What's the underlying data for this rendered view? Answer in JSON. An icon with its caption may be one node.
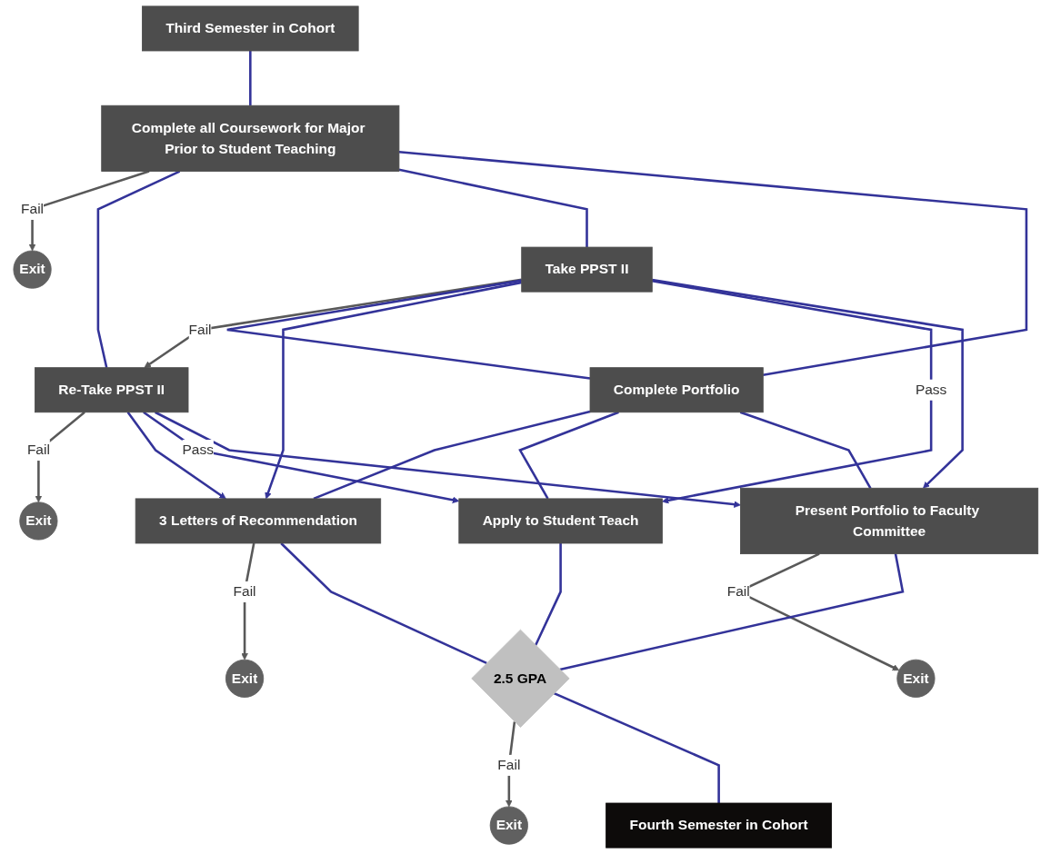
{
  "diagram": {
    "nodes": [
      {
        "text": [
          "Third Semester in Cohort"
        ]
      },
      {
        "text": [
          "Complete all Coursework for Major Prior to Student Teaching"
        ]
      },
      {
        "text": [
          "Exit"
        ]
      },
      {
        "text": [
          "Exit"
        ]
      },
      {
        "text": [
          "Re-Take PPST II"
        ]
      },
      {
        "text": [
          "Take PPST II"
        ]
      },
      {
        "text": [
          "Complete Portfolio"
        ]
      },
      {
        "text": [
          "Exit"
        ]
      },
      {
        "text": [
          "3 Letters of Recommendation"
        ]
      },
      {
        "text": [
          "Apply to Student Teach"
        ]
      },
      {
        "text": [
          "Present Portfolio to Faculty Committee"
        ]
      },
      {
        "text": [
          "Exit"
        ]
      },
      {
        "text": [
          "2.5 GPA"
        ]
      },
      {
        "text": [
          "Exit"
        ]
      },
      {
        "text": [
          "Fourth Semester in Cohort"
        ]
      }
    ],
    "edges": [
      {
        "from": 0,
        "to": 1,
        "arrow": "none"
      },
      {
        "from": 1,
        "to": 2,
        "label": "Fail",
        "arrow": "to",
        "color": "#595959"
      },
      {
        "from": 1,
        "to": 4,
        "arrow": "none"
      },
      {
        "from": 1,
        "to": 5,
        "arrow": "none"
      },
      {
        "from": 1,
        "to": 6,
        "arrow": "none"
      },
      {
        "from": 4,
        "to": 3,
        "label": "Fail",
        "arrow": "to",
        "color": "#595959"
      },
      {
        "from": 5,
        "to": 4,
        "label": "Fail",
        "arrow": "to",
        "color": "#595959"
      },
      {
        "from": 5,
        "to": 6,
        "arrow": "none"
      },
      {
        "from": 4,
        "to": 8,
        "arrow": "to"
      },
      {
        "from": 4,
        "to": 9,
        "label": "Pass",
        "arrow": "to"
      },
      {
        "from": 4,
        "to": 10,
        "arrow": "to"
      },
      {
        "from": 5,
        "to": 8,
        "arrow": "to"
      },
      {
        "from": 5,
        "to": 9,
        "label": "Pass",
        "arrow": "to"
      },
      {
        "from": 5,
        "to": 10,
        "arrow": "to"
      },
      {
        "from": 6,
        "to": 8,
        "arrow": "none"
      },
      {
        "from": 6,
        "to": 9,
        "arrow": "none"
      },
      {
        "from": 6,
        "to": 10,
        "arrow": "none"
      },
      {
        "from": 8,
        "to": 7,
        "label": "Fail",
        "arrow": "to",
        "color": "#595959"
      },
      {
        "from": 10,
        "to": 11,
        "label": "Fail",
        "arrow": "to",
        "color": "#595959"
      },
      {
        "from": 8,
        "to": 12,
        "arrow": "none"
      },
      {
        "from": 9,
        "to": 12,
        "arrow": "none"
      },
      {
        "from": 10,
        "to": 12,
        "arrow": "none"
      },
      {
        "from": 12,
        "to": 13,
        "label": "Fail",
        "arrow": "to",
        "color": "#595959"
      },
      {
        "from": 12,
        "to": 14,
        "arrow": "none"
      }
    ]
  }
}
